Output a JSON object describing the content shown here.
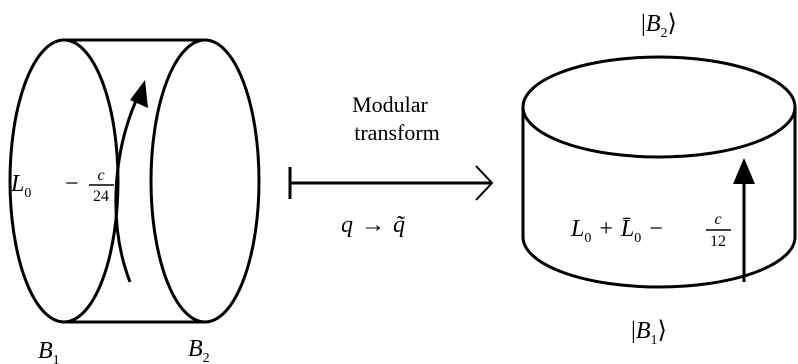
{
  "left_cylinder": {
    "hamiltonian": {
      "base": "L",
      "sub": "0",
      "minus": "−",
      "frac_num": "c",
      "frac_den": "24"
    },
    "boundary_left": {
      "base": "B",
      "sub": "1"
    },
    "boundary_right": {
      "base": "B",
      "sub": "2"
    }
  },
  "transform": {
    "line1": "Modular",
    "line2": "transform",
    "map_from": "q",
    "map_arrow": "→",
    "map_to": "q̃"
  },
  "right_cylinder": {
    "hamiltonian": {
      "base1": "L",
      "sub1": "0",
      "plus": "+",
      "base2": "L̄",
      "sub2": "0",
      "minus": "−",
      "frac_num": "c",
      "frac_den": "12"
    },
    "state_top": {
      "open": "|",
      "base": "B",
      "sub": "2",
      "close": "⟩"
    },
    "state_bottom": {
      "open": "|",
      "base": "B",
      "sub": "1",
      "close": "⟩"
    }
  }
}
